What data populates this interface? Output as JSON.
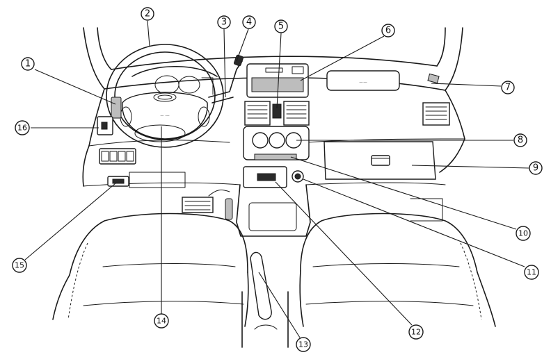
{
  "callouts": [
    {
      "label": "1"
    },
    {
      "label": "2"
    },
    {
      "label": "3"
    },
    {
      "label": "4"
    },
    {
      "label": "5"
    },
    {
      "label": "6"
    },
    {
      "label": "7"
    },
    {
      "label": "8"
    },
    {
      "label": "9"
    },
    {
      "label": "10"
    },
    {
      "label": "11"
    },
    {
      "label": "12"
    },
    {
      "label": "13"
    },
    {
      "label": "14"
    },
    {
      "label": "15"
    },
    {
      "label": "16"
    }
  ],
  "colors": {
    "ink": "#1a1a1a",
    "paper": "#ffffff"
  }
}
